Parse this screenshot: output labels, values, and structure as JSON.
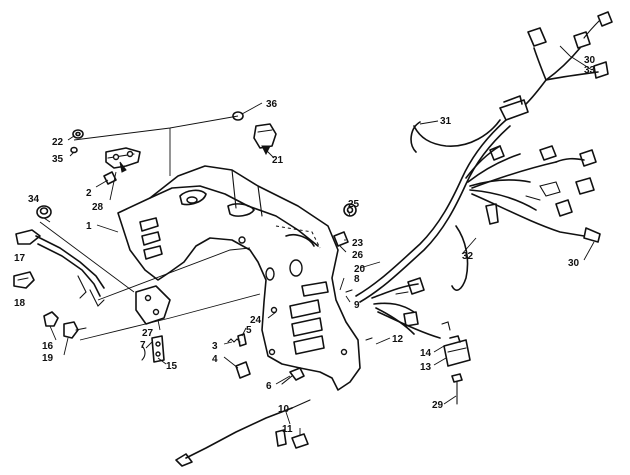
{
  "callouts": [
    {
      "id": "c1",
      "text": "1"
    },
    {
      "id": "c2",
      "text": "2"
    },
    {
      "id": "c3",
      "text": "3"
    },
    {
      "id": "c4",
      "text": "4"
    },
    {
      "id": "c5",
      "text": "5"
    },
    {
      "id": "c6",
      "text": "6"
    },
    {
      "id": "c7",
      "text": "7"
    },
    {
      "id": "c8",
      "text": "8"
    },
    {
      "id": "c9",
      "text": "9"
    },
    {
      "id": "c10",
      "text": "10"
    },
    {
      "id": "c11",
      "text": "11"
    },
    {
      "id": "c12",
      "text": "12"
    },
    {
      "id": "c13",
      "text": "13"
    },
    {
      "id": "c14",
      "text": "14"
    },
    {
      "id": "c15",
      "text": "15"
    },
    {
      "id": "c16",
      "text": "16"
    },
    {
      "id": "c17",
      "text": "17"
    },
    {
      "id": "c18",
      "text": "18"
    },
    {
      "id": "c19",
      "text": "19"
    },
    {
      "id": "c20",
      "text": "20"
    },
    {
      "id": "c21",
      "text": "21"
    },
    {
      "id": "c22",
      "text": "22"
    },
    {
      "id": "c23",
      "text": "23"
    },
    {
      "id": "c24",
      "text": "24"
    },
    {
      "id": "c25",
      "text": "25"
    },
    {
      "id": "c26",
      "text": "26"
    },
    {
      "id": "c27",
      "text": "27"
    },
    {
      "id": "c28",
      "text": "28"
    },
    {
      "id": "c29",
      "text": "29"
    },
    {
      "id": "c30a",
      "text": "30"
    },
    {
      "id": "c30b",
      "text": "30"
    },
    {
      "id": "c31",
      "text": "31"
    },
    {
      "id": "c32",
      "text": "32"
    },
    {
      "id": "c33",
      "text": "33"
    },
    {
      "id": "c34",
      "text": "34"
    },
    {
      "id": "c35",
      "text": "35"
    },
    {
      "id": "c36",
      "text": "36"
    }
  ]
}
